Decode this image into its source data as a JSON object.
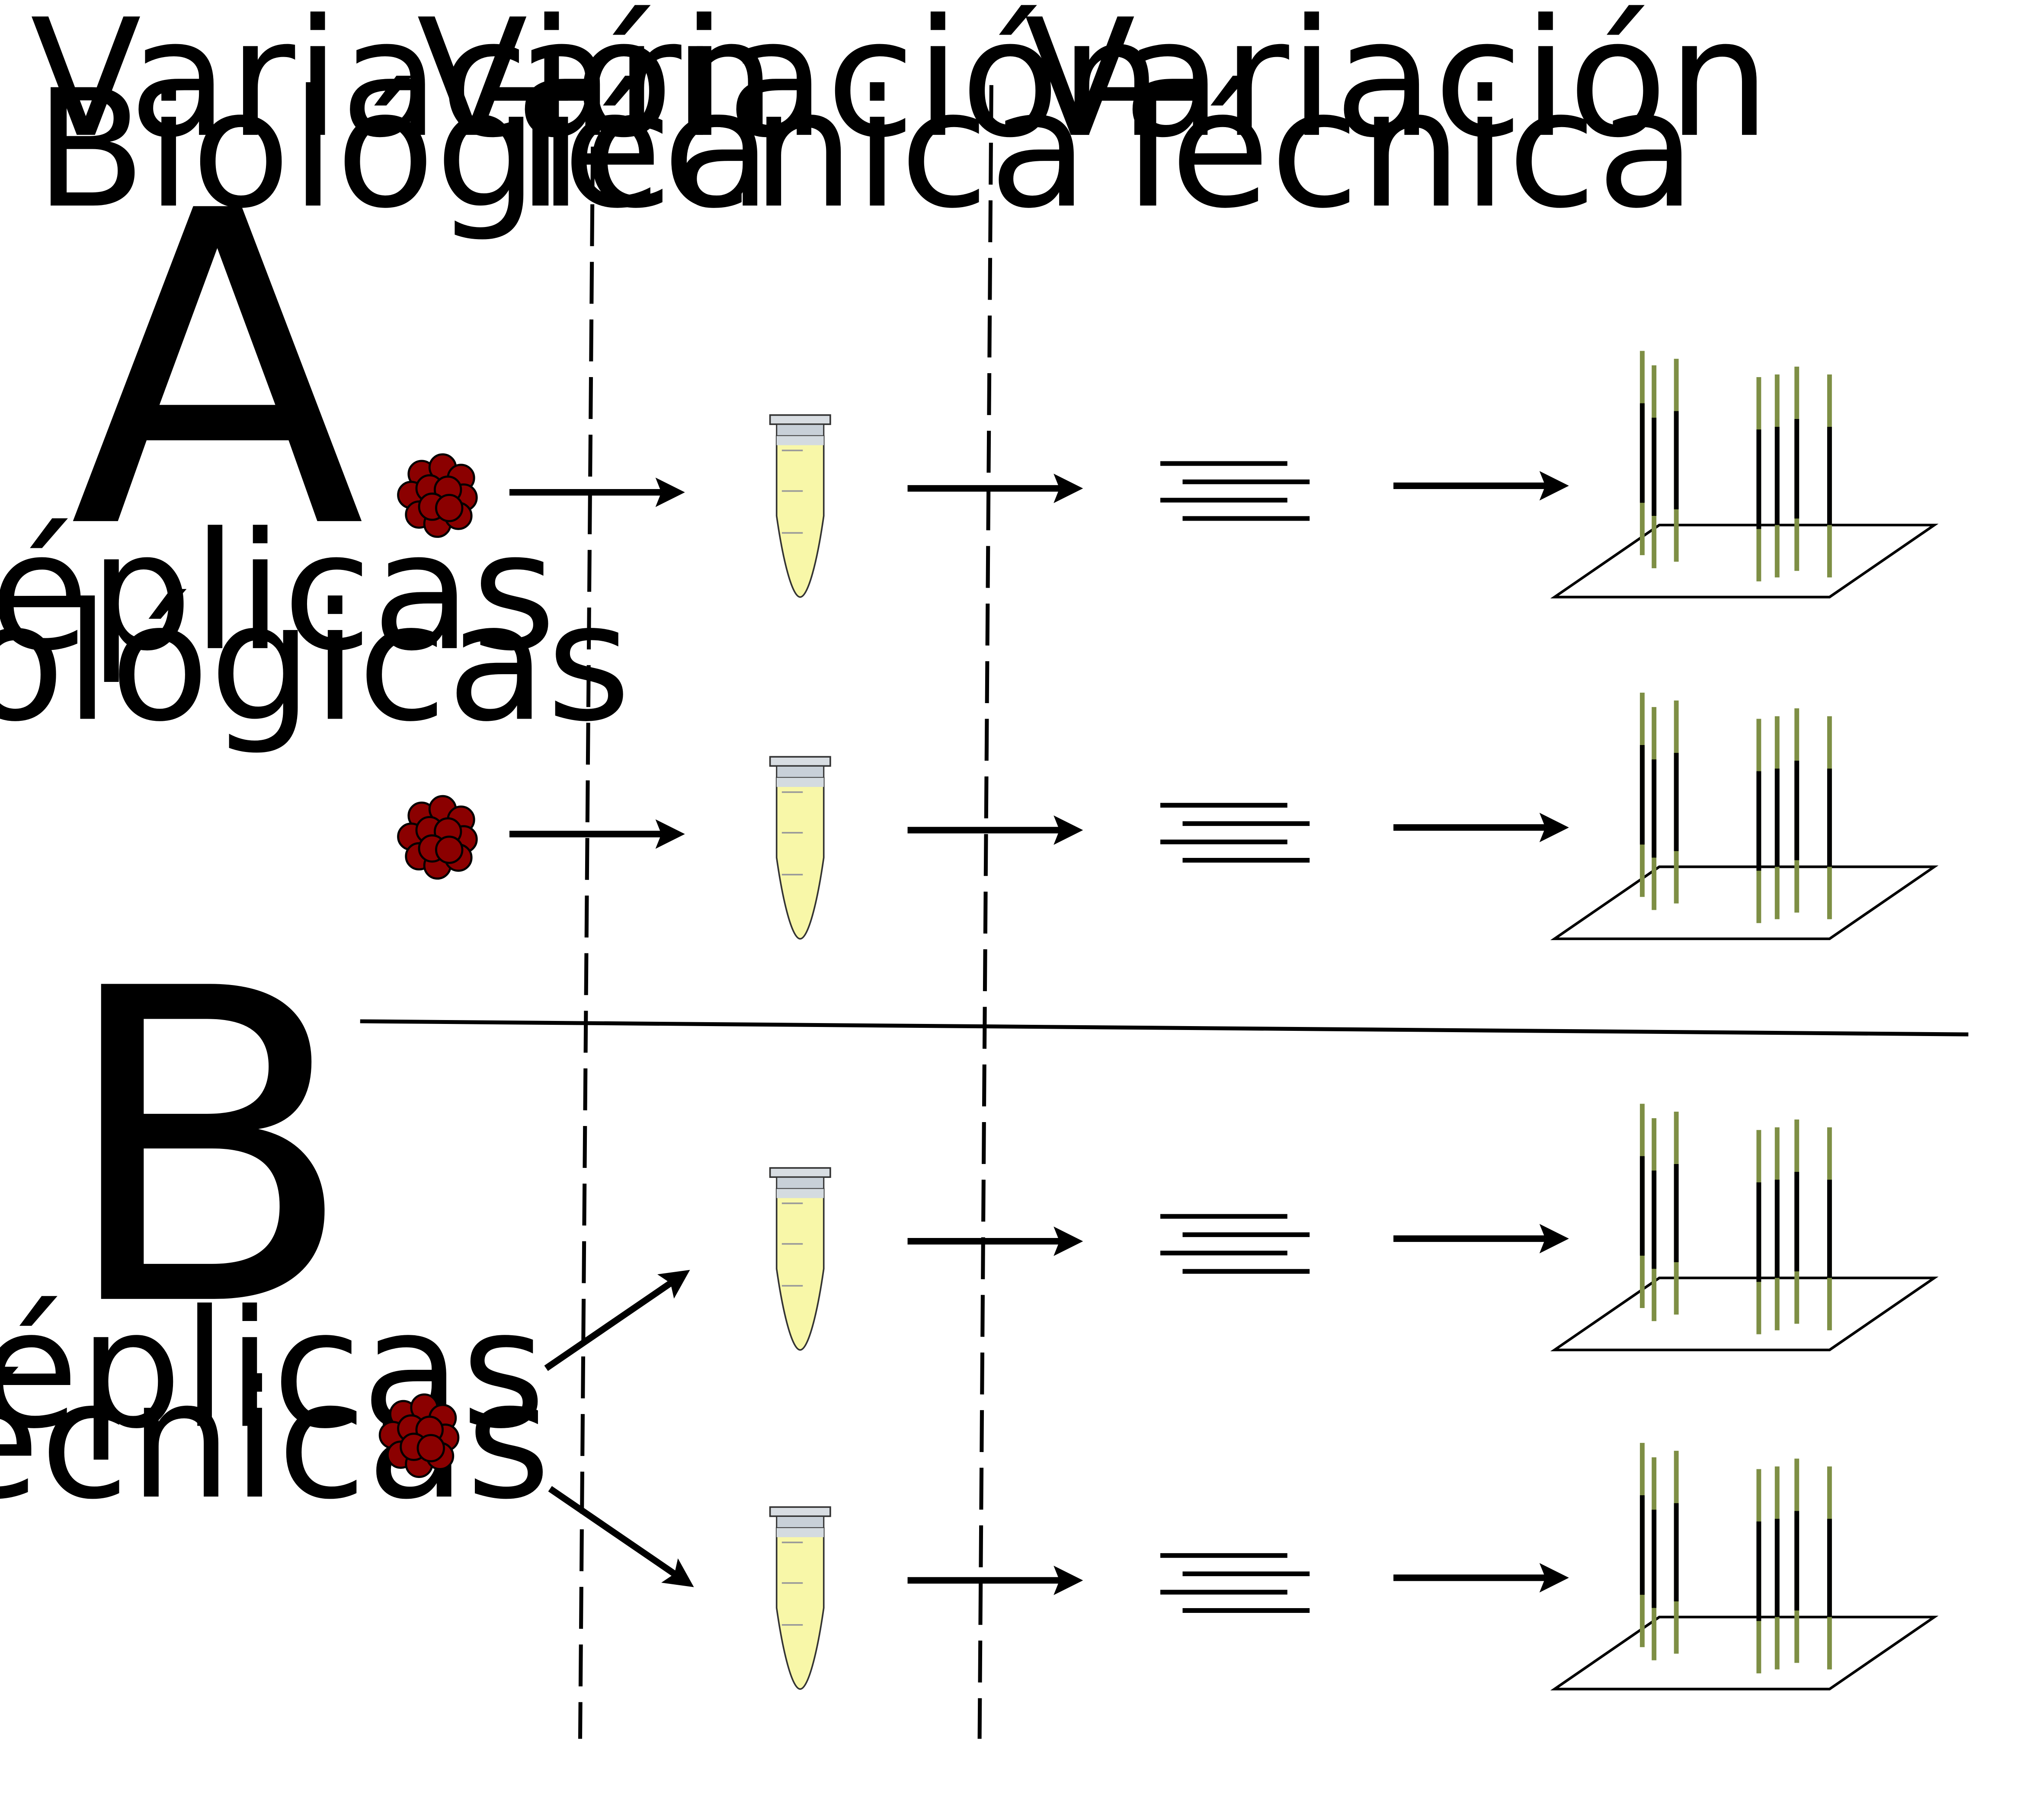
{
  "headers": {
    "col1": [
      "Variación",
      "Biológica"
    ],
    "col2": [
      "Variación",
      "Técnica"
    ],
    "col3": [
      "Variación",
      "Técnica"
    ]
  },
  "panel_a": {
    "letter": "A",
    "label": [
      "Réplicas",
      "Biológicas"
    ]
  },
  "panel_b": {
    "letter": "B",
    "label": [
      "Réplicas",
      "Técnicas"
    ]
  },
  "colors": {
    "tissue": "#8b0000",
    "tube_liquid": "#f8f7a8",
    "tube_cap": "#c8d0d8",
    "read_green": "#7e8f45",
    "ink": "#000000"
  },
  "icons": [
    "tissue-cluster-icon",
    "microtube-icon",
    "dna-fragments-icon",
    "aligned-reads-icon"
  ]
}
